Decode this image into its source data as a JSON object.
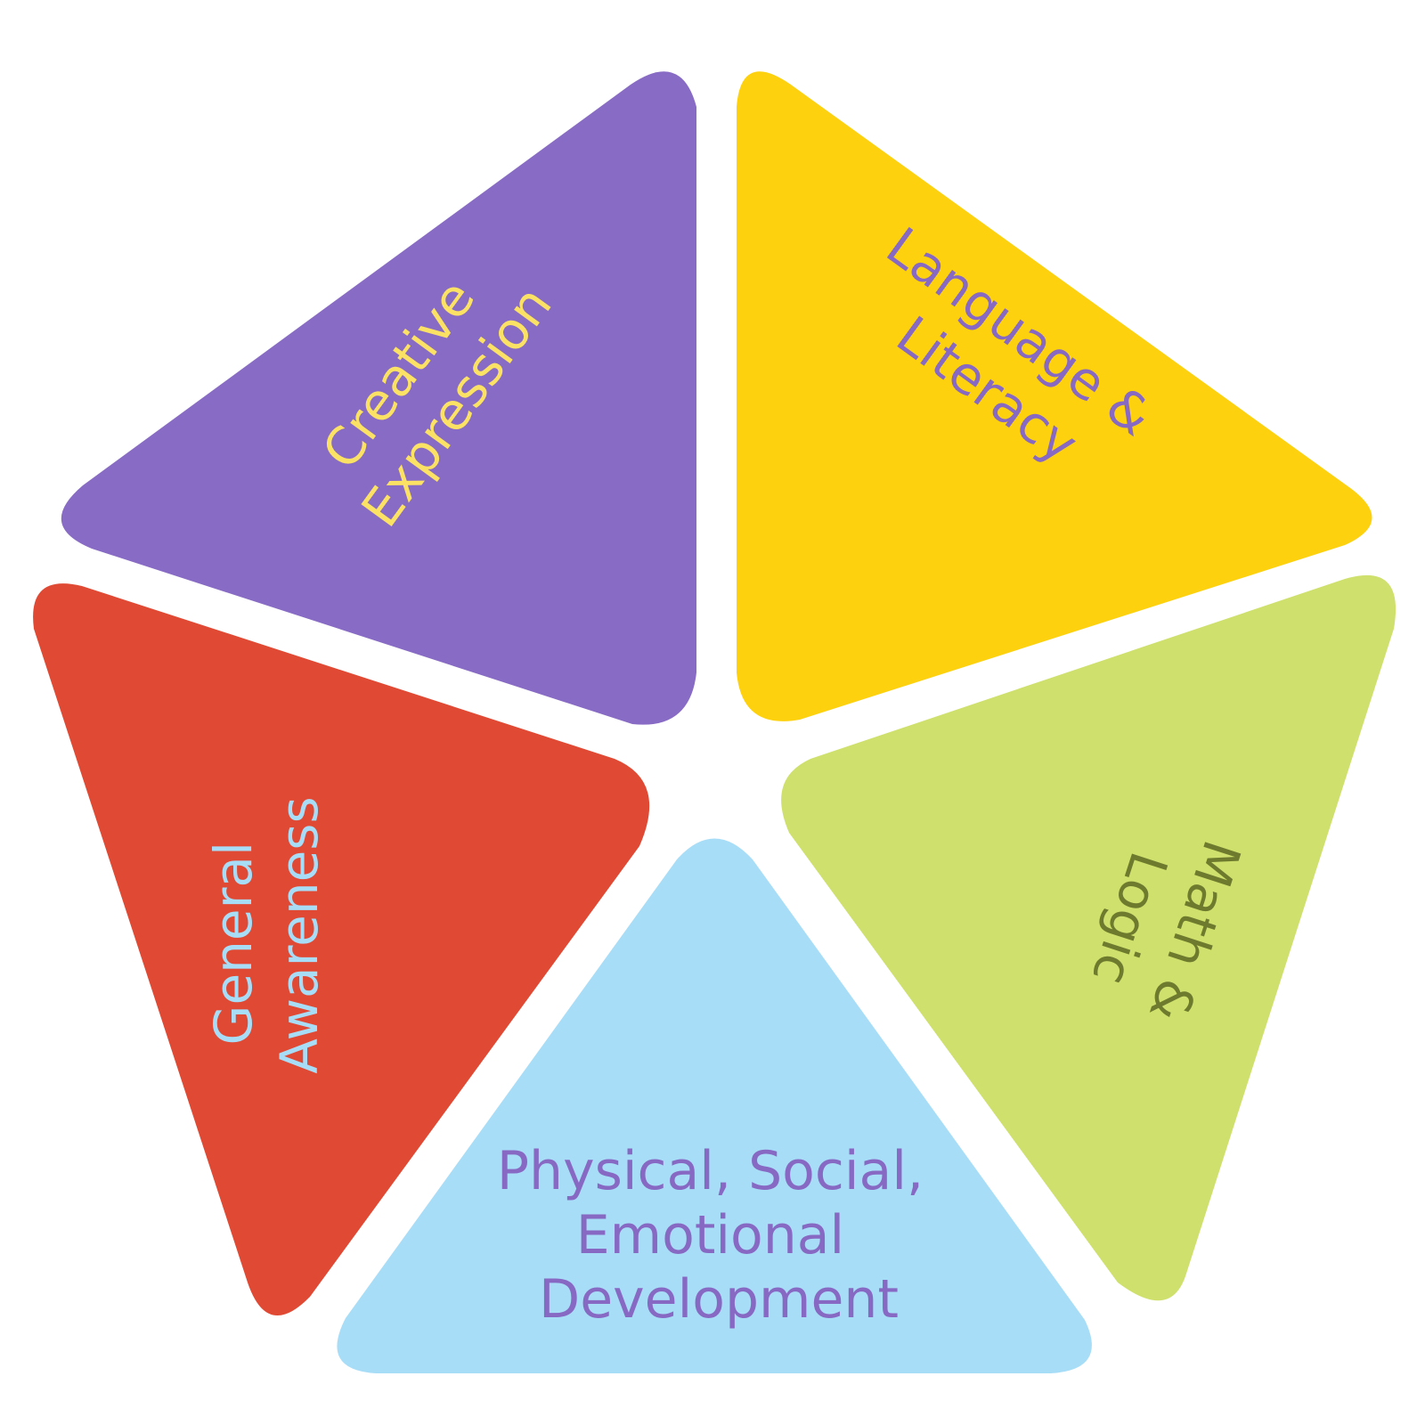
{
  "segments": [
    {
      "id": "creative",
      "lines": [
        "Creative",
        "Expression"
      ],
      "fill": "#886bc4",
      "text_color": "#fbe164"
    },
    {
      "id": "language",
      "lines": [
        "Language &",
        "Literacy"
      ],
      "fill": "#fdd10d",
      "text_color": "#8769c4"
    },
    {
      "id": "math",
      "lines": [
        "Math &",
        "Logic"
      ],
      "fill": "#cfe06d",
      "text_color": "#6e7b2e"
    },
    {
      "id": "physical",
      "lines": [
        "Physical, Social,",
        "Emotional",
        "Development"
      ],
      "fill": "#a8ddf7",
      "text_color": "#8769c4"
    },
    {
      "id": "awareness",
      "lines": [
        "General",
        "Awareness"
      ],
      "fill": "#e04a34",
      "text_color": "#a8ddf7"
    }
  ]
}
